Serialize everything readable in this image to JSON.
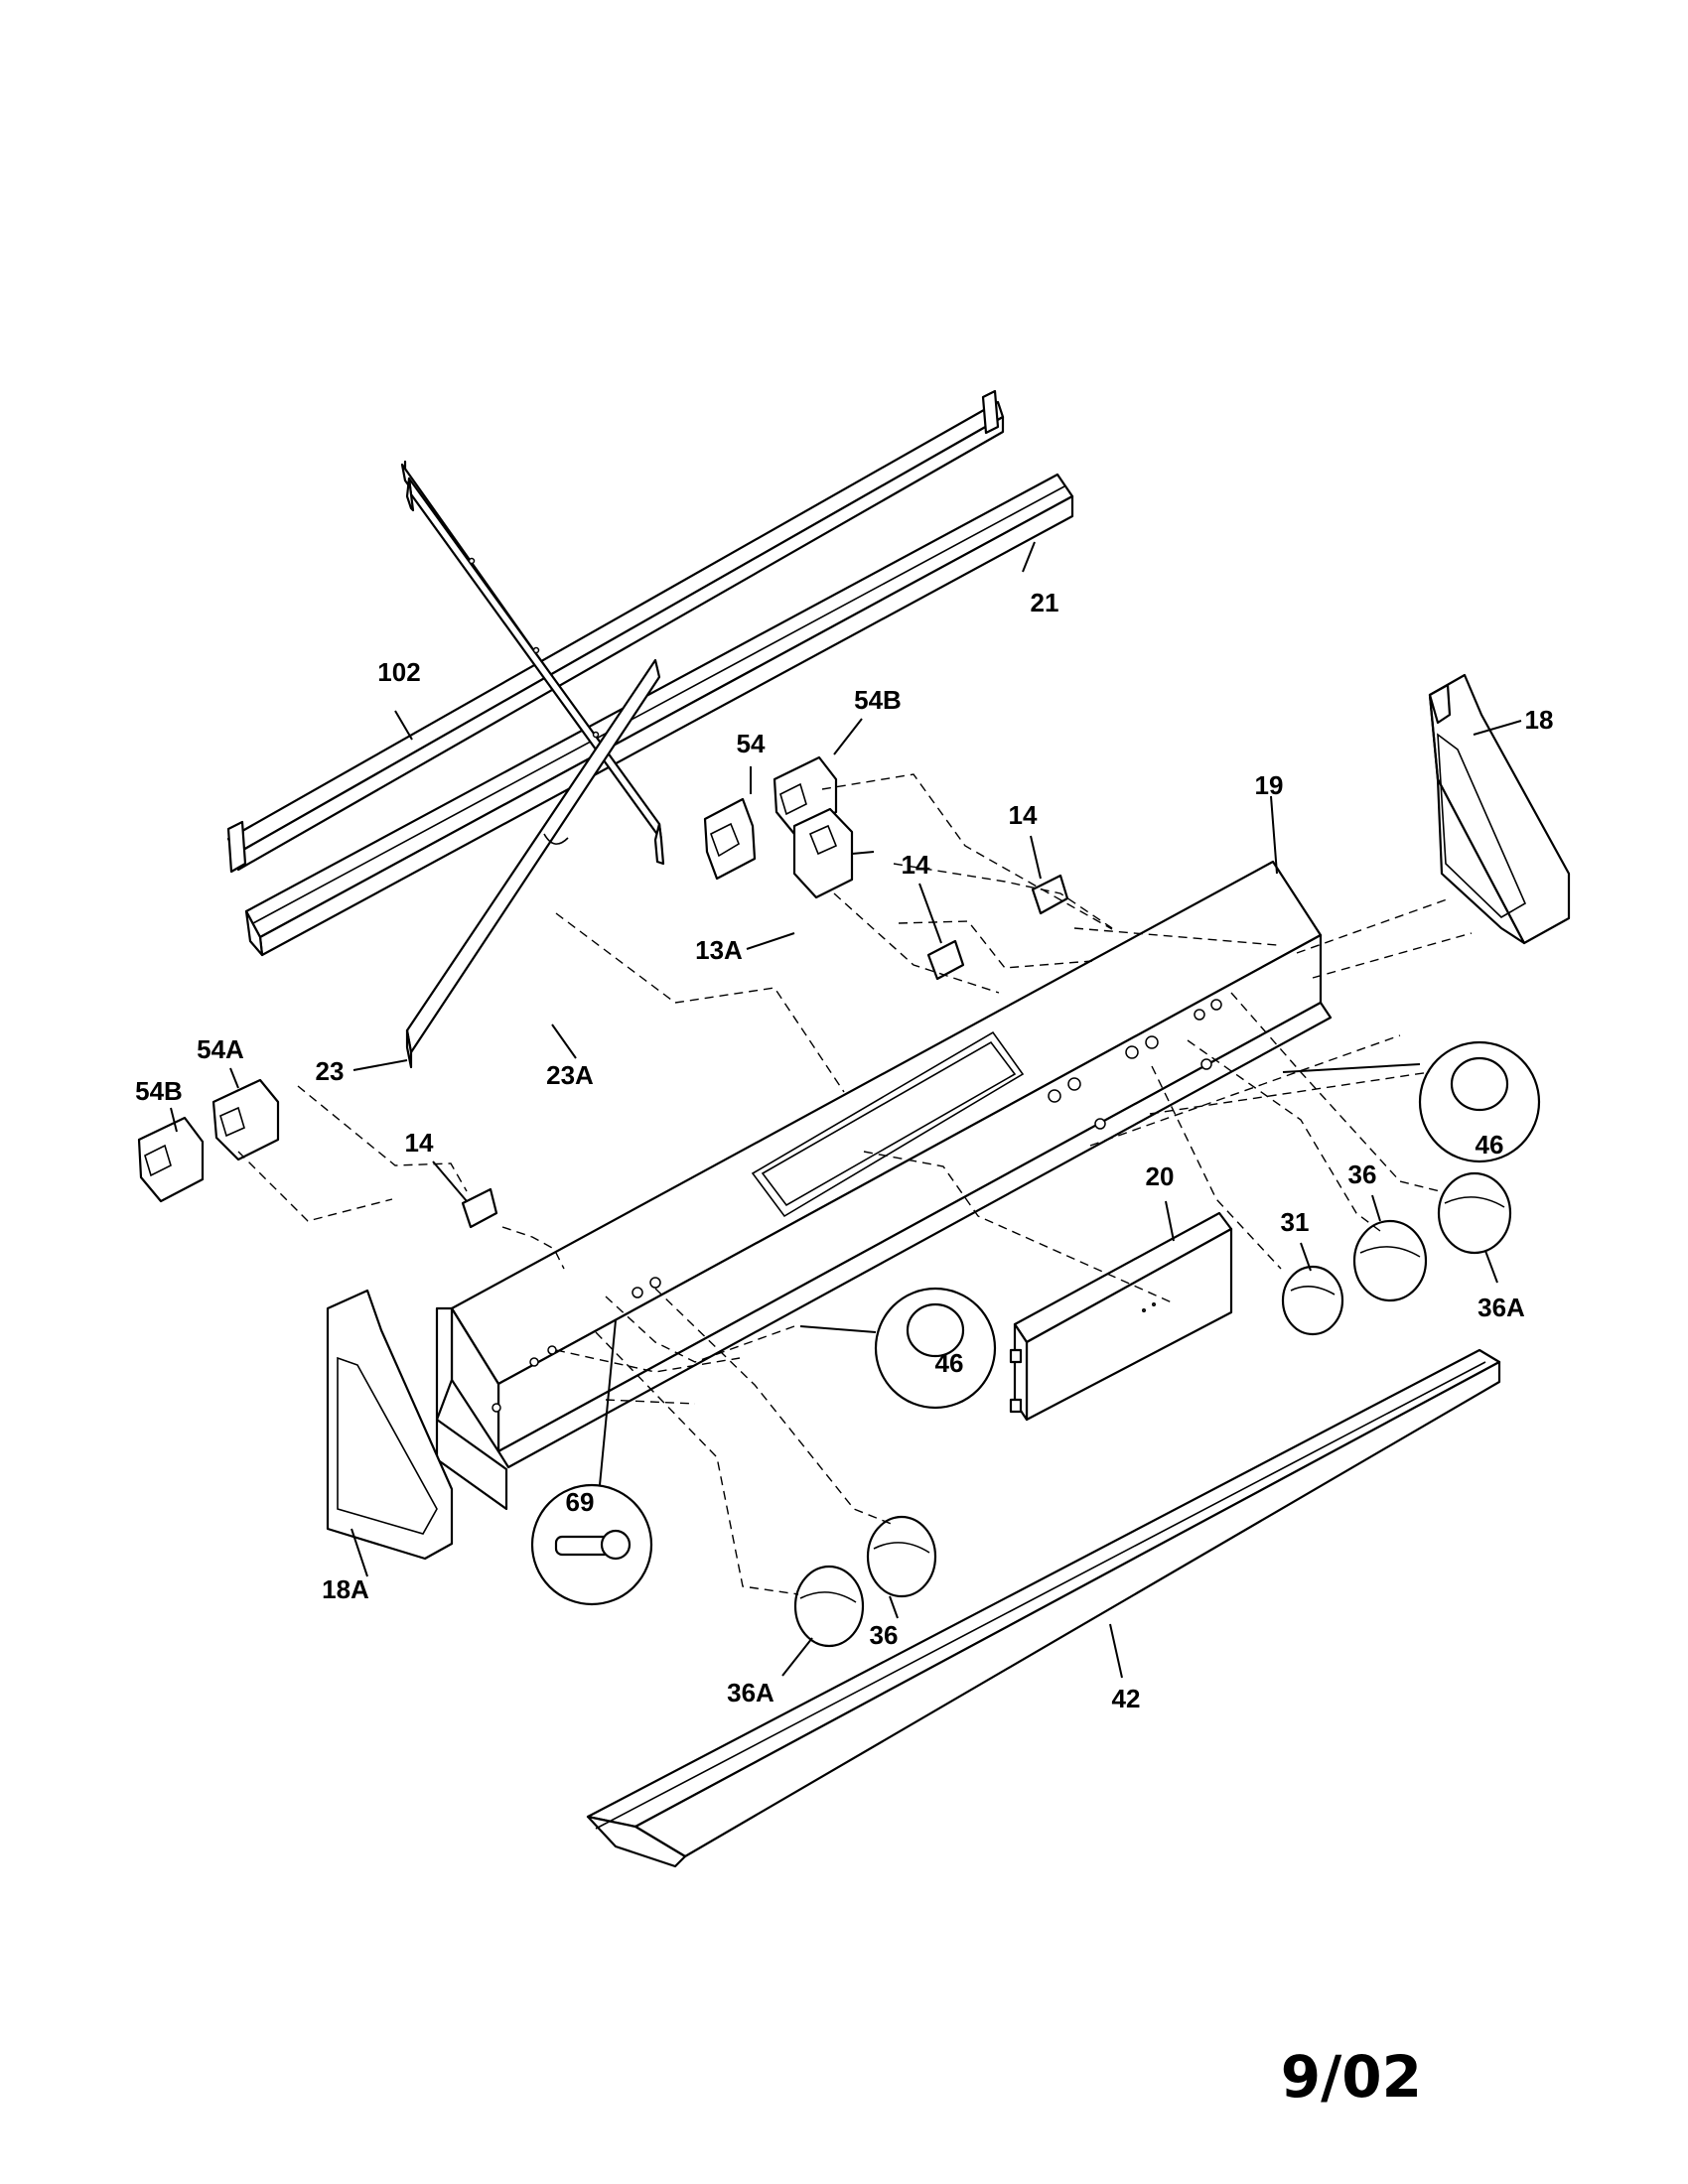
{
  "footer": {
    "date_code": "9/02"
  },
  "labels": {
    "p102": "102",
    "p21": "21",
    "p18": "18",
    "p19": "19",
    "p54": "54",
    "p54b_top": "54B",
    "p14_a": "14",
    "p14_b": "14",
    "p14_c": "14",
    "p13a": "13A",
    "p23": "23",
    "p23a": "23A",
    "p54a": "54A",
    "p54b_left": "54B",
    "p46_top": "46",
    "p46_mid": "46",
    "p20": "20",
    "p31": "31",
    "p36_right": "36",
    "p36a_right": "36A",
    "p69": "69",
    "p18a": "18A",
    "p36_bottom": "36",
    "p36a_bottom": "36A",
    "p42": "42"
  }
}
